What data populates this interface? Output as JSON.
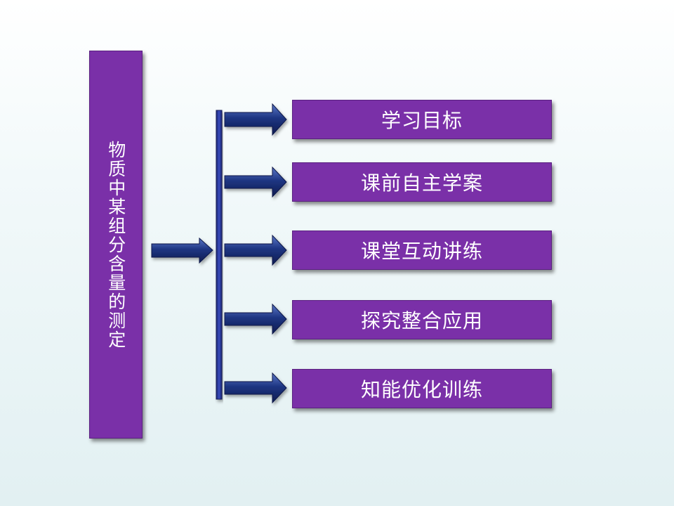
{
  "slide": {
    "title": "物质中某组分含量的测定",
    "menu_items": [
      {
        "label": "学习目标"
      },
      {
        "label": "课前自主学案"
      },
      {
        "label": "课堂互动讲练"
      },
      {
        "label": "探究整合应用"
      },
      {
        "label": "知能优化训练"
      }
    ]
  },
  "colors": {
    "box_fill": "#7a30a8",
    "arrow_fill": "#1a2e6e",
    "bar_fill": "#2a3aa0",
    "text": "#ffffff"
  }
}
